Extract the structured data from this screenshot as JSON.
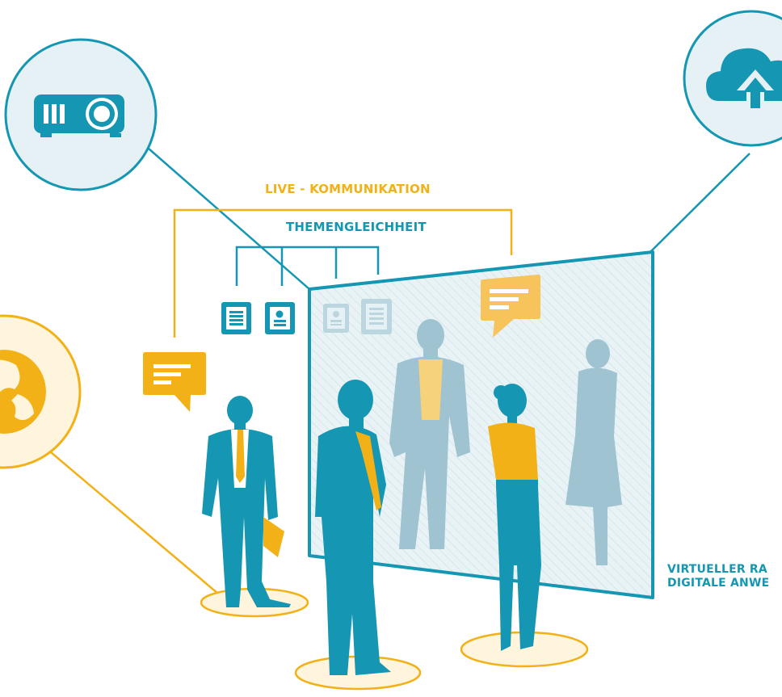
{
  "labels": {
    "live": "LIVE - KOMMUNIKATION",
    "themen": "THEMENGLEICHHEIT",
    "virtual_line1": "VIRTUELLER RA",
    "virtual_line2": "DIGITALE ANWE"
  },
  "icons": [
    "projector-icon",
    "cloud-upload-icon",
    "globe-icon",
    "chat-bubble-icon",
    "document-icon",
    "profile-card-icon"
  ],
  "colors": {
    "teal": "#1596b2",
    "orange": "#f2b117",
    "screen_tint": "#e6f1f5",
    "ghost": "#9fc3d1",
    "ghost_orange": "#f6d27a"
  }
}
